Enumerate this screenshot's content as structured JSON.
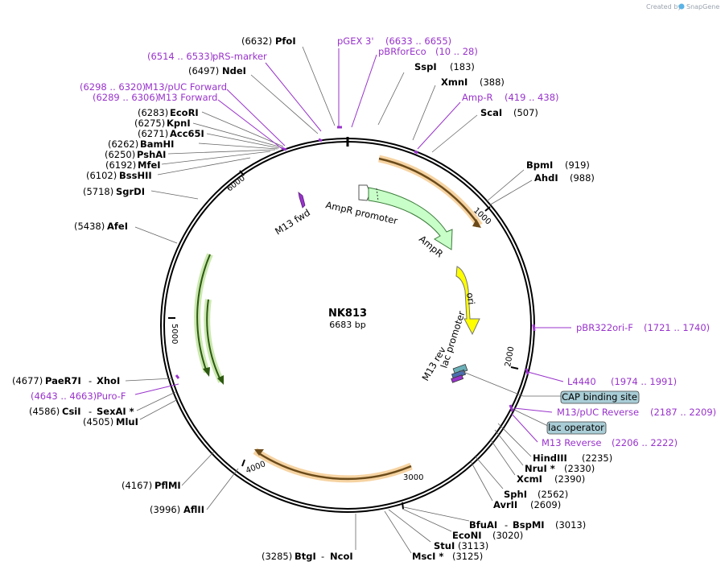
{
  "credit": "Created by",
  "credit_brand": "SnapGene",
  "plasmid": {
    "name": "NK813",
    "size_label": "6683 bp"
  },
  "ticks": [
    "1000",
    "2000",
    "3000",
    "4000",
    "5000",
    "6000"
  ],
  "features": {
    "ampr_promoter": "AmpR promoter",
    "ampr": "AmpR",
    "ori": "ori",
    "lac_promoter": "lac promoter",
    "m13_rev": "M13 rev",
    "m13_fwd": "M13 fwd"
  },
  "sites_right": [
    {
      "name": "SspI",
      "pos": "(183)"
    },
    {
      "name": "XmnI",
      "pos": "(388)"
    },
    {
      "name": "ScaI",
      "pos": "(507)"
    },
    {
      "name": "BpmI",
      "pos": "(919)"
    },
    {
      "name": "AhdI",
      "pos": "(988)"
    },
    {
      "name": "HindIII",
      "pos": "(2235)"
    },
    {
      "name": "NruI *",
      "pos": "(2330)"
    },
    {
      "name": "XcmI",
      "pos": "(2390)"
    },
    {
      "name": "SphI",
      "pos": "(2562)"
    },
    {
      "name": "AvrII",
      "pos": "(2609)"
    },
    {
      "name": "BfuAI",
      "name2": "BspMI",
      "pos": "(3013)"
    },
    {
      "name": "EcoNI",
      "pos": "(3020)"
    },
    {
      "name": "StuI",
      "pos": "(3113)"
    },
    {
      "name": "MscI *",
      "pos": "(3125)"
    }
  ],
  "sites_left": [
    {
      "name": "PfoI",
      "pos": "(6632)"
    },
    {
      "name": "NdeI",
      "pos": "(6497)"
    },
    {
      "name": "EcoRI",
      "pos": "(6283)"
    },
    {
      "name": "KpnI",
      "pos": "(6275)"
    },
    {
      "name": "Acc65I",
      "pos": "(6271)"
    },
    {
      "name": "BamHI",
      "pos": "(6262)"
    },
    {
      "name": "PshAI",
      "pos": "(6250)"
    },
    {
      "name": "MfeI",
      "pos": "(6192)"
    },
    {
      "name": "BssHII",
      "pos": "(6102)"
    },
    {
      "name": "SgrDI",
      "pos": "(5718)"
    },
    {
      "name": "AfeI",
      "pos": "(5438)"
    },
    {
      "name": "PaeR7I",
      "name2": "XhoI",
      "pos": "(4677)"
    },
    {
      "name": "CsiI",
      "name2": "SexAI *",
      "pos": "(4586)"
    },
    {
      "name": "MluI",
      "pos": "(4505)"
    },
    {
      "name": "PflMI",
      "pos": "(4167)"
    },
    {
      "name": "AflII",
      "pos": "(3996)"
    },
    {
      "name": "BtgI",
      "name2": "NcoI",
      "pos": "(3285)"
    }
  ],
  "primers": [
    {
      "name": "pGEX 3'",
      "pos": "(6633 .. 6655)"
    },
    {
      "name": "pBRforEco",
      "pos": "(10 .. 28)"
    },
    {
      "name": "Amp-R",
      "pos": "(419 .. 438)"
    },
    {
      "name": "pRS-marker",
      "pos": "(6514 .. 6533)"
    },
    {
      "name": "M13/pUC Forward",
      "pos": "(6298 .. 6320)"
    },
    {
      "name": "M13 Forward",
      "pos": "(6289 .. 6306)"
    },
    {
      "name": "pBR322ori-F",
      "pos": "(1721 .. 1740)"
    },
    {
      "name": "L4440",
      "pos": "(1974 .. 1991)"
    },
    {
      "name": "M13/pUC Reverse",
      "pos": "(2187 .. 2209)"
    },
    {
      "name": "M13 Reverse",
      "pos": "(2206 .. 2222)"
    },
    {
      "name": "Puro-F",
      "pos": "(4643 .. 4663)"
    }
  ],
  "boxes": {
    "cap": "CAP binding site",
    "lacop": "lac operator"
  },
  "colors": {
    "primer": "#9933cc",
    "box_fill": "#a9cdd6",
    "orange": "#f2a94a",
    "ori": "#ffff00",
    "ampr": "#c8ffc8",
    "green": "#9ad26b"
  }
}
